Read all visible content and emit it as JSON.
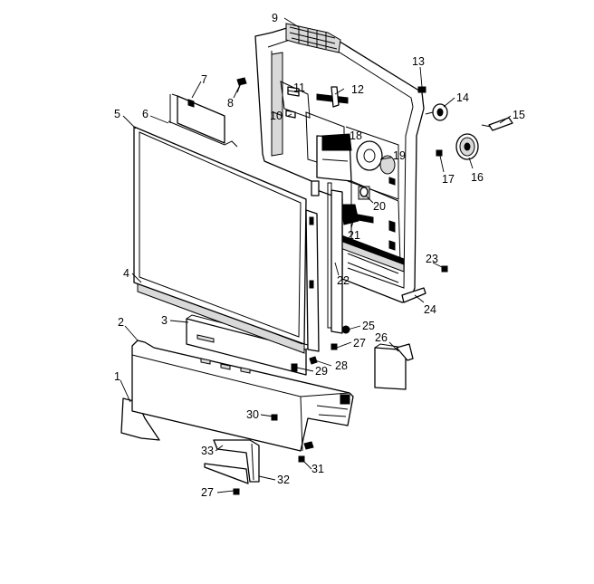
{
  "callouts": {
    "c1": "1",
    "c2": "2",
    "c3": "3",
    "c4": "4",
    "c5": "5",
    "c6": "6",
    "c7": "7",
    "c8": "8",
    "c9": "9",
    "c10": "10",
    "c11": "11",
    "c12": "12",
    "c13": "13",
    "c14": "14",
    "c15": "15",
    "c16": "16",
    "c17": "17",
    "c18": "18",
    "c19": "19",
    "c20": "20",
    "c21": "21",
    "c22": "22",
    "c23": "23",
    "c24": "24",
    "c25": "25",
    "c26": "26",
    "c27a": "27",
    "c28": "28",
    "c29": "29",
    "c30": "30",
    "c31": "31",
    "c32": "32",
    "c33": "33",
    "c27b": "27"
  }
}
